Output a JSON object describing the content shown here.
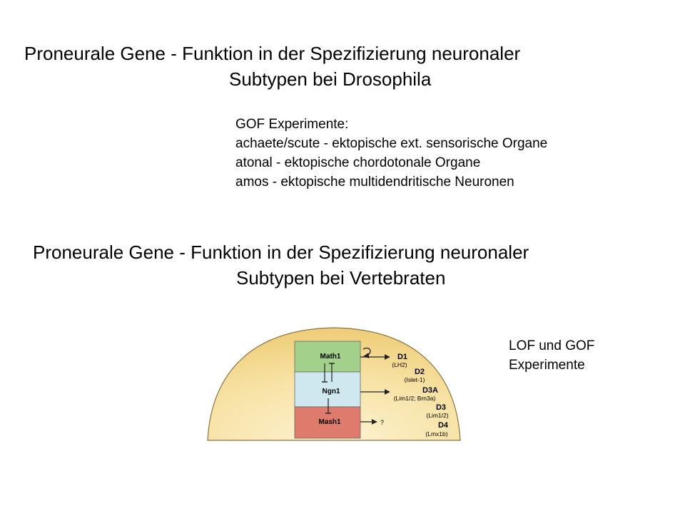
{
  "slide": {
    "drosophila_heading": {
      "line1": "Proneurale Gene  - Funktion in der Spezifizierung neuronaler",
      "line2": "Subtypen bei Drosophila"
    },
    "gof_block": {
      "title": "GOF Experimente:",
      "lines": [
        "achaete/scute - ektopische ext. sensorische Organe",
        "atonal - ektopische chordotonale Organe",
        "amos - ektopische multidendritische Neuronen"
      ]
    },
    "vertebrate_heading": {
      "line1": "Proneurale Gene  - Funktion in der Spezifizierung neuronaler",
      "line2": "Subtypen bei Vertebraten"
    },
    "lof_gof": {
      "line1": "LOF und GOF",
      "line2": "Experimente"
    }
  },
  "diagram": {
    "colors": {
      "dome_fill": "#f5d98a",
      "dome_edge": "#8b7540",
      "math1_box": "#a3d08b",
      "ngn1_box": "#cfe8ef",
      "mash1_box": "#de7b6c"
    },
    "genes": {
      "math1": "Math1",
      "ngn1": "Ngn1",
      "mash1": "Mash1"
    },
    "subtypes": [
      {
        "name": "D1",
        "marker": "(LH2)"
      },
      {
        "name": "D2",
        "marker": "(Islet-1)"
      },
      {
        "name": "D3A",
        "marker": "(Lim1/2; Brn3a)"
      },
      {
        "name": "D3",
        "marker": "(Lim1/2)"
      },
      {
        "name": "D4",
        "marker": "(Lmx1b)"
      }
    ],
    "unknown_target": "?"
  }
}
